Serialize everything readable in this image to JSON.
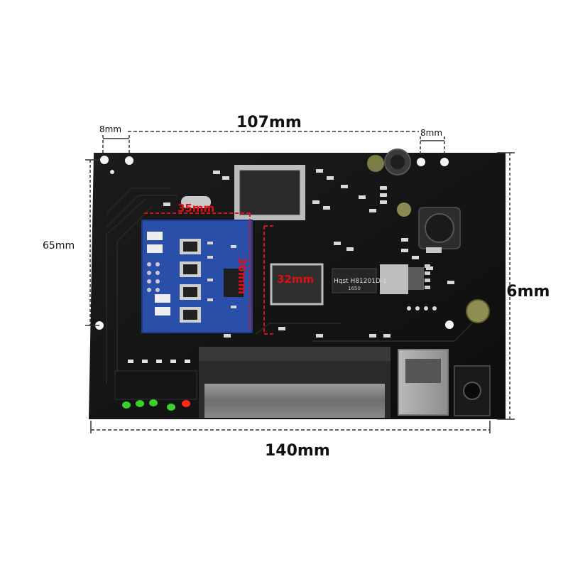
{
  "dimensions": {
    "top_left_hole": "8mm",
    "top_span": "107mm",
    "top_right_hole": "8mm",
    "left_height": "65mm",
    "right_height": "96mm",
    "bottom_width": "140mm",
    "module_width": "35mm",
    "module_height": "36mm",
    "module_overlap": "32mm"
  },
  "board": {
    "chip_main_marking": "",
    "transformer_marking": "Hqst H81201D-1",
    "transformer_sub": "1650"
  },
  "colors": {
    "board": "#141414",
    "module": "#2a4fa8",
    "dimension_line": "#333333",
    "accent_red": "#e01010",
    "led_green": "#39d12a",
    "led_red": "#ff2a1a"
  }
}
